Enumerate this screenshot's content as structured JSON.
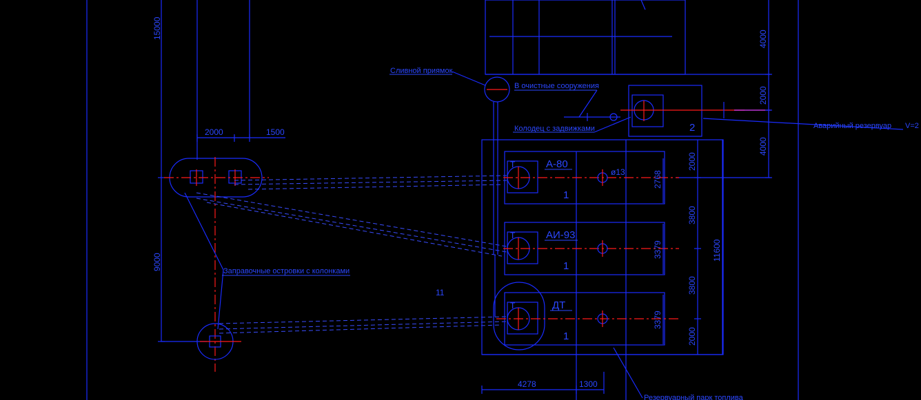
{
  "labels": {
    "drain_pit": "Сливной приямок",
    "to_treatment": "В очистные сооружения",
    "valve_well": "Колодец с задвижками",
    "emergency_tank": "Аварийный резервуар",
    "emergency_tank_volume": "V=2",
    "fuel_islands": "Заправочные островки с колонками",
    "reserve_park": "Резервуарный парк топлива"
  },
  "tanks": [
    {
      "grade": "А-80",
      "num": "1",
      "side_dim": "2768"
    },
    {
      "grade": "АИ-93",
      "num": "1",
      "side_dim": "3379"
    },
    {
      "grade": "ДТ",
      "num": "1",
      "side_dim": "3379"
    }
  ],
  "marks": {
    "emergency_num": "2",
    "area_num": "11",
    "pipe_dia": "ø13"
  },
  "dimensions": {
    "left_top": "15000",
    "left_mid": "9000",
    "island_w1": "2000",
    "island_w2": "1500",
    "right_top_1": "4000",
    "right_top_2": "2000",
    "right_top_3": "4000",
    "park_v1": "2000",
    "park_v2": "3800",
    "park_v3": "3800",
    "park_v4": "2000",
    "park_total": "11600",
    "park_h1": "4278",
    "park_h2": "1300"
  }
}
